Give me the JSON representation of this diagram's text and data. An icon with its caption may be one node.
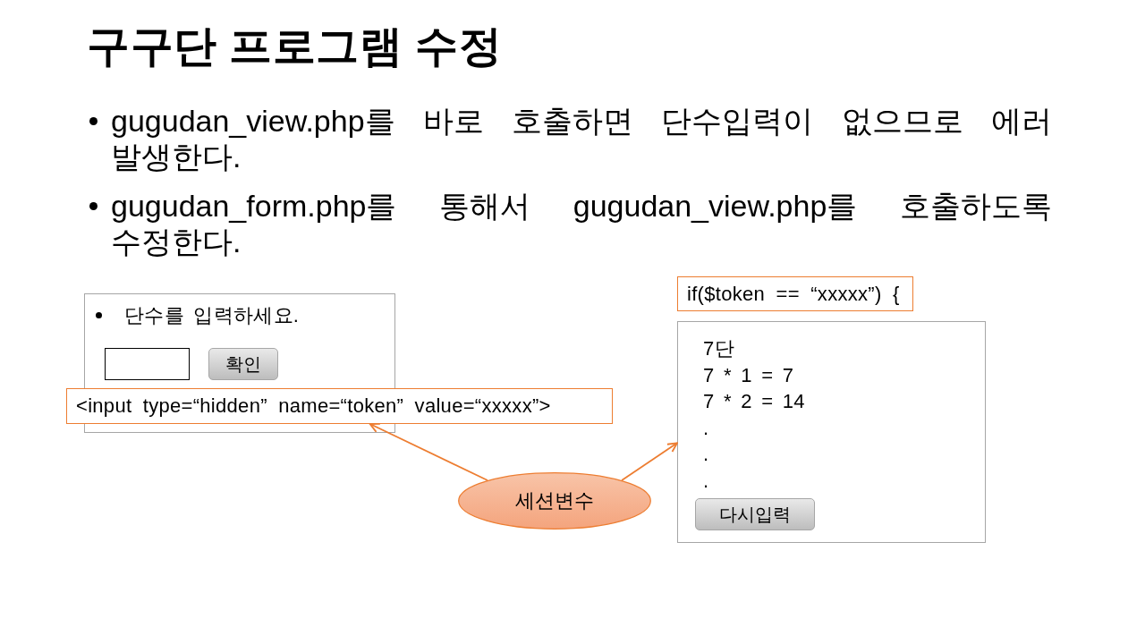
{
  "diagram": {
    "title": "구구단 프로그램 수정",
    "nodes": [
      {
        "text": [
          "단수를 입력하세요."
        ]
      },
      {
        "text": [],
        "shape": "box",
        "in": 0
      },
      {
        "text": [
          "확인"
        ],
        "in": 0
      },
      {
        "text": [
          "<input type=“hidden” name=“token” value=“xxxxx”>"
        ]
      },
      {
        "text": [
          "if($token == “xxxxx”) {"
        ]
      },
      {
        "text": [
          "7단",
          "7 * 1 = 7",
          "7 * 2 = 14",
          ".",
          ".",
          "."
        ]
      },
      {
        "text": [
          "다시입력"
        ],
        "in": 5
      },
      {
        "text": [
          "세션변수"
        ]
      }
    ],
    "edges": [
      {
        "from": 7,
        "to": 3,
        "arrow": "to"
      },
      {
        "from": 7,
        "to": 5,
        "arrow": "to"
      }
    ],
    "labels": [
      "gugudan_view.php를 바로 호출하면 단수입력이 없으므로 에러 발생한다.",
      "gugudan_form.php를 통해서 gugudan_view.php를 호출하도록 수정한다."
    ]
  }
}
